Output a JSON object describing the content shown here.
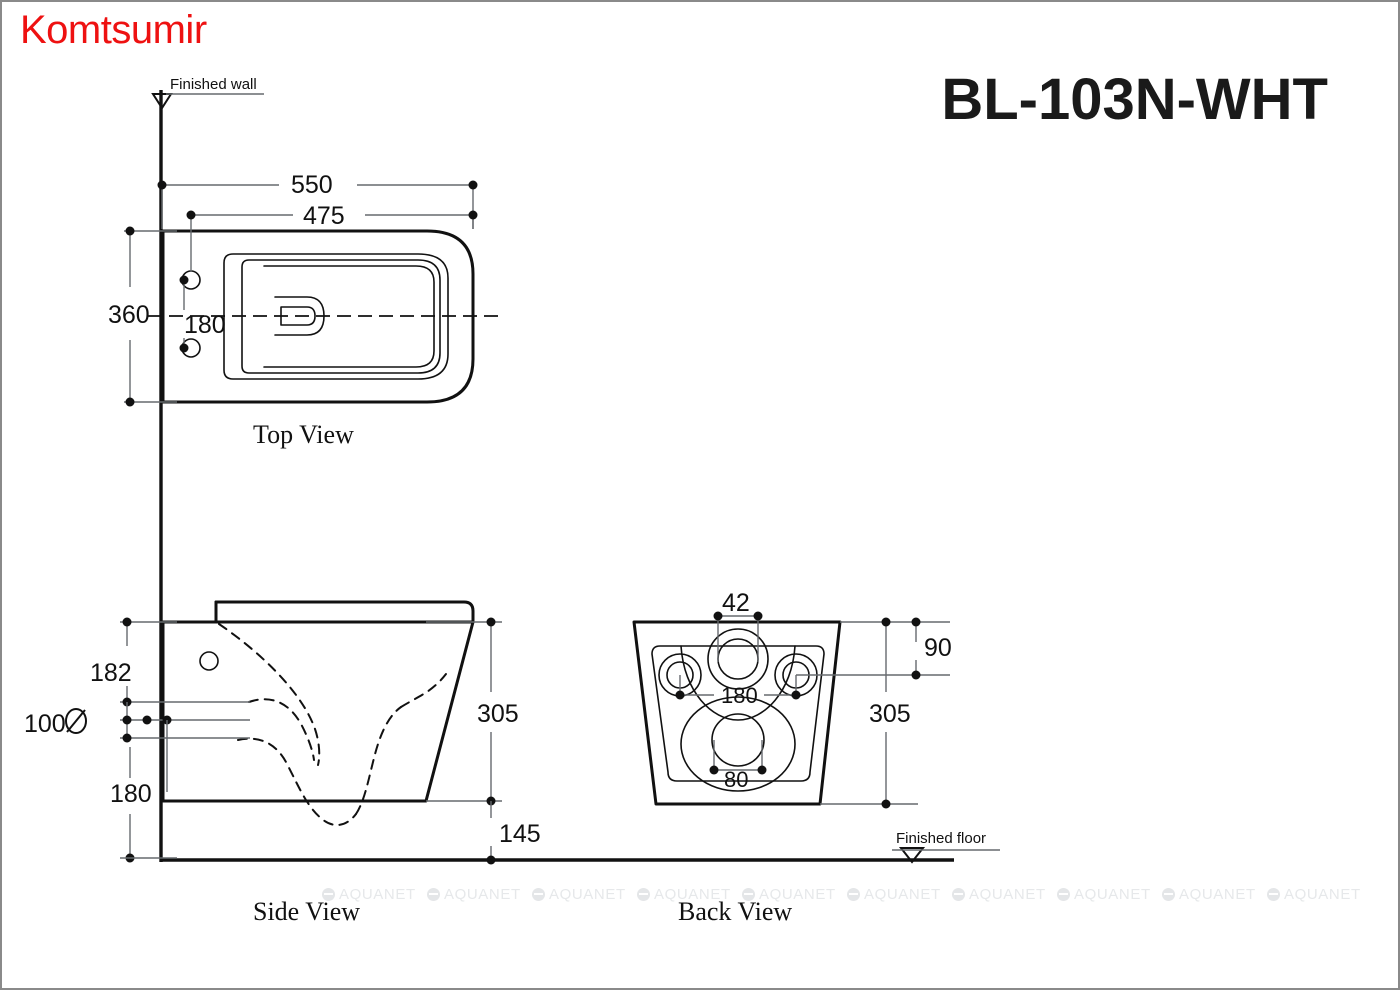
{
  "brand": {
    "name": "Komtsumir",
    "color": "#ee1111"
  },
  "title": {
    "model": "BL-103N-WHT"
  },
  "notes": {
    "finished_wall": "Finished wall",
    "finished_floor": "Finished floor"
  },
  "views": [
    {
      "key": "top",
      "label": "Top View"
    },
    {
      "key": "side",
      "label": "Side View"
    },
    {
      "key": "back",
      "label": "Back View"
    }
  ],
  "dimensions": {
    "top_view": {
      "overall_width": "550",
      "body_width": "475",
      "depth": "360",
      "bolt_spacing": "180"
    },
    "side_view": {
      "height_to_outlet_top": "182",
      "outlet_diameter": "100",
      "height_from_floor": "180",
      "body_height": "305",
      "floor_clearance": "145"
    },
    "back_view": {
      "outlet_diameter": "42",
      "bolt_spacing": "180",
      "waste_diameter": "80",
      "outlet_height": "90",
      "body_height": "305"
    }
  },
  "watermark": {
    "text": "AQUANET",
    "repeat": 13,
    "start_x": 320,
    "step": 105,
    "color": "#e6e8ea"
  },
  "units": "mm",
  "chart_data": {
    "type": "table",
    "title": "BL-103N-WHT wall-hung toilet dimension drawing",
    "categories": [
      "Top View",
      "Side View",
      "Back View"
    ],
    "series": [
      {
        "name": "Top View",
        "values": [
          550,
          475,
          360,
          180
        ]
      },
      {
        "name": "Side View",
        "values": [
          182,
          100,
          180,
          305,
          145
        ]
      },
      {
        "name": "Back View",
        "values": [
          42,
          180,
          80,
          90,
          305
        ]
      }
    ]
  }
}
